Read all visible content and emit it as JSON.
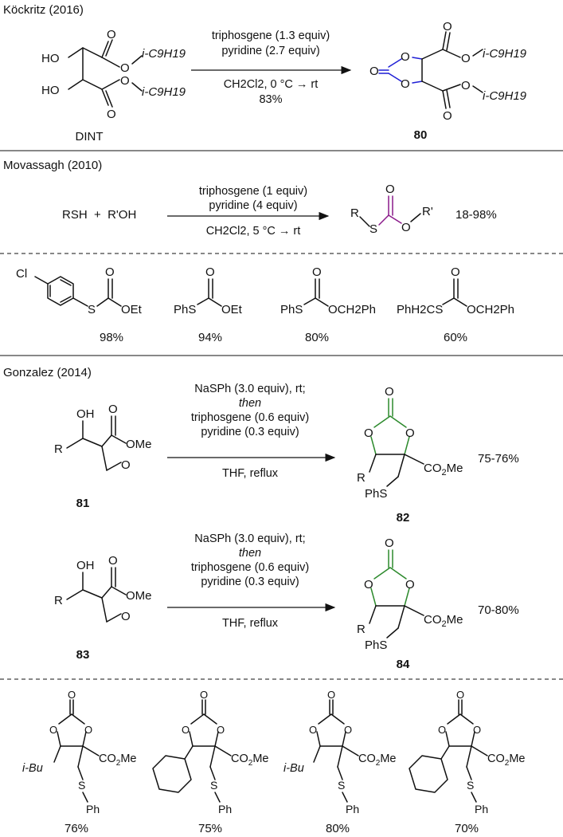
{
  "colors": {
    "blue": "#1f1fd6",
    "purple": "#8a1a8a",
    "green": "#2d8a2d"
  },
  "s1": {
    "title": "Köckritz (2016)",
    "sm_ho1": "HO",
    "sm_ho2": "HO",
    "sm_r1": "i-C9H19",
    "sm_r2": "i-C9H19",
    "sm_label": "DINT",
    "r1": "triphosgene (1.3 equiv)",
    "r2": "pyridine (2.7 equiv)",
    "c1": "CH2Cl2, 0 °C → rt",
    "y": "83%",
    "p_r1": "i-C9H19",
    "p_r2": "i-C9H19",
    "p_label": "80"
  },
  "s2": {
    "title": "Movassagh (2010)",
    "lhs": "RSH  +  R'OH",
    "r1": "triphosgene (1 equiv)",
    "r2": "pyridine (4 equiv)",
    "c1": "CH2Cl2, 5 °C → rt",
    "p_r": "R",
    "p_s": "S",
    "p_rp": "R'",
    "y": "18-98%",
    "ex": [
      {
        "left": "S",
        "right": "OEt",
        "y": "98%"
      },
      {
        "left": "PhS",
        "right": "OEt",
        "y": "94%"
      },
      {
        "left": "PhS",
        "right": "OCH2Ph",
        "y": "80%"
      },
      {
        "left": "PhH2CS",
        "right": "OCH2Ph",
        "y": "60%"
      }
    ]
  },
  "s3": {
    "title": "Gonzalez (2014)",
    "rx": [
      {
        "sm": "81",
        "pr": "82",
        "y": "75-76%"
      },
      {
        "sm": "83",
        "pr": "84",
        "y": "70-80%"
      }
    ],
    "r1": "NaSPh (3.0 equiv), rt;",
    "r2": "then",
    "r3": "triphosgene (0.6 equiv)",
    "r4": "pyridine (0.3 equiv)",
    "c1": "THF, reflux",
    "ex": [
      {
        "sub": "i-Bu",
        "y": "76%"
      },
      {
        "sub": "Cy",
        "y": "75%"
      },
      {
        "sub": "i-Bu",
        "y": "80%"
      },
      {
        "sub": "Cy",
        "y": "70%"
      }
    ]
  }
}
